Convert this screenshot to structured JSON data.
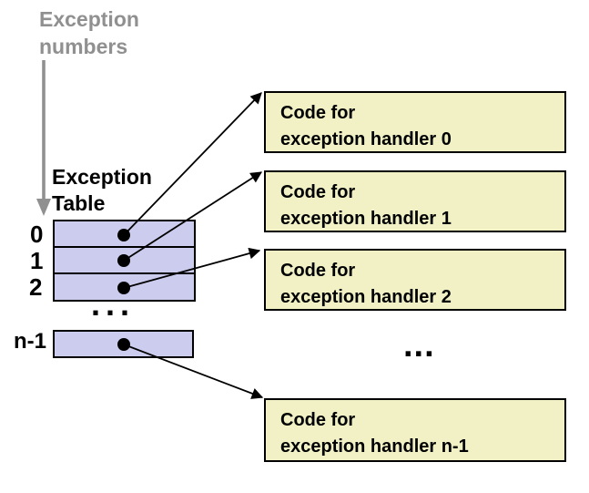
{
  "colors": {
    "table_fill": "#ccccee",
    "handler_fill": "#f1f1c5",
    "gray": "#909090",
    "border": "#000000"
  },
  "gray_label": {
    "line1": "Exception",
    "line2": "numbers"
  },
  "table_label": {
    "line1": "Exception",
    "line2": "Table"
  },
  "table": {
    "row_labels": [
      "0",
      "1",
      "2"
    ],
    "last_row_label": "n-1",
    "ellipsis": "..."
  },
  "handlers": {
    "items": [
      {
        "line1": "Code for",
        "line2": "exception handler 0"
      },
      {
        "line1": "Code for",
        "line2": "exception handler 1"
      },
      {
        "line1": "Code for",
        "line2": "exception handler 2"
      },
      {
        "line1": "Code for",
        "line2": "exception handler n-1"
      }
    ],
    "ellipsis": "..."
  }
}
